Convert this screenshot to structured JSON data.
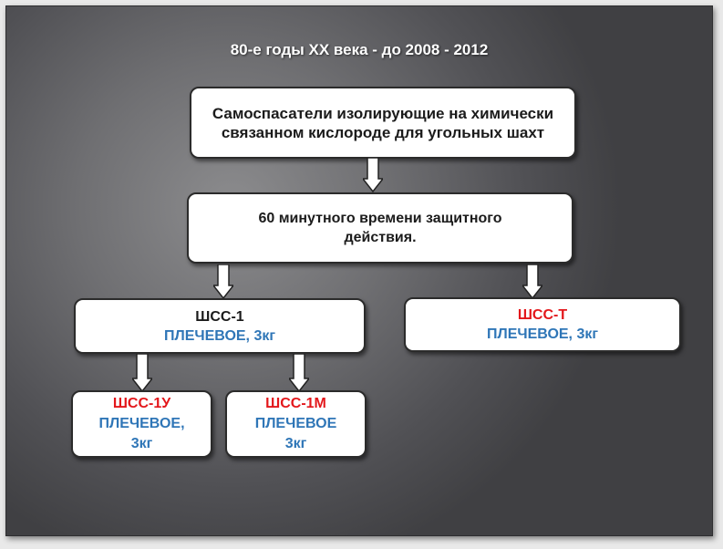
{
  "slide": {
    "title": "80-е годы XX века -  до 2008 - 2012"
  },
  "boxes": {
    "top": "Самоспасатели изолирующие на химически связанном кислороде для угольных шахт",
    "time": "60 минутного времени защитного действия.",
    "shs1": {
      "name": "ШСС-1",
      "desc": "ПЛЕЧЕВОЕ, 3кг"
    },
    "shst": {
      "name": "ШСС-Т",
      "desc": "ПЛЕЧЕВОЕ, 3кг"
    },
    "shs1u": {
      "name": "ШСС-1У",
      "line1": "ПЛЕЧЕВОЕ,",
      "line2": "3кг"
    },
    "shs1m": {
      "name": "ШСС-1М",
      "line1": "ПЛЕЧЕВОЕ",
      "line2": "3кг"
    }
  },
  "colors": {
    "red": "#e3171b",
    "blue": "#2f76b7",
    "box_bg": "#ffffff"
  }
}
